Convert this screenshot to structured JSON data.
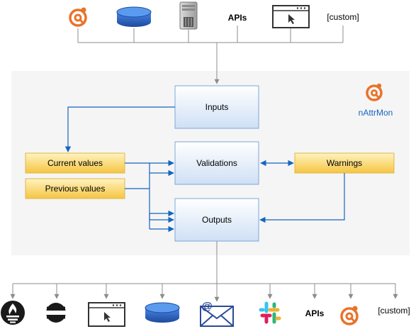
{
  "sources": {
    "apis_label": "APIs",
    "custom_label": "[custom]"
  },
  "brand": {
    "name": "nAttrMon",
    "color": "#e8732a"
  },
  "boxes": {
    "inputs": "Inputs",
    "validations": "Validations",
    "outputs": "Outputs",
    "current_values": "Current values",
    "previous_values": "Previous values",
    "warnings": "Warnings"
  },
  "outputs_row": {
    "apis_label": "APIs",
    "custom_label": "[custom]"
  },
  "colors": {
    "connector_blue": "#1565c0",
    "connector_gray": "#8c8c8c",
    "panel": "#f5f5f5",
    "blue_box_top": "#ffffff",
    "blue_box_bottom": "#cfe0f5",
    "yellow_box_top": "#fff3c0",
    "yellow_box_bottom": "#f5c542"
  },
  "icons": {
    "sources": [
      "nattrmon-logo-icon",
      "database-icon",
      "server-icon",
      "apis-text",
      "browser-window-icon",
      "custom-text"
    ],
    "outputs": [
      "prometheus-icon",
      "elastic-icon",
      "browser-window-icon",
      "database-icon",
      "email-icon",
      "slack-icon",
      "apis-text",
      "nattrmon-logo-icon",
      "custom-text"
    ]
  }
}
